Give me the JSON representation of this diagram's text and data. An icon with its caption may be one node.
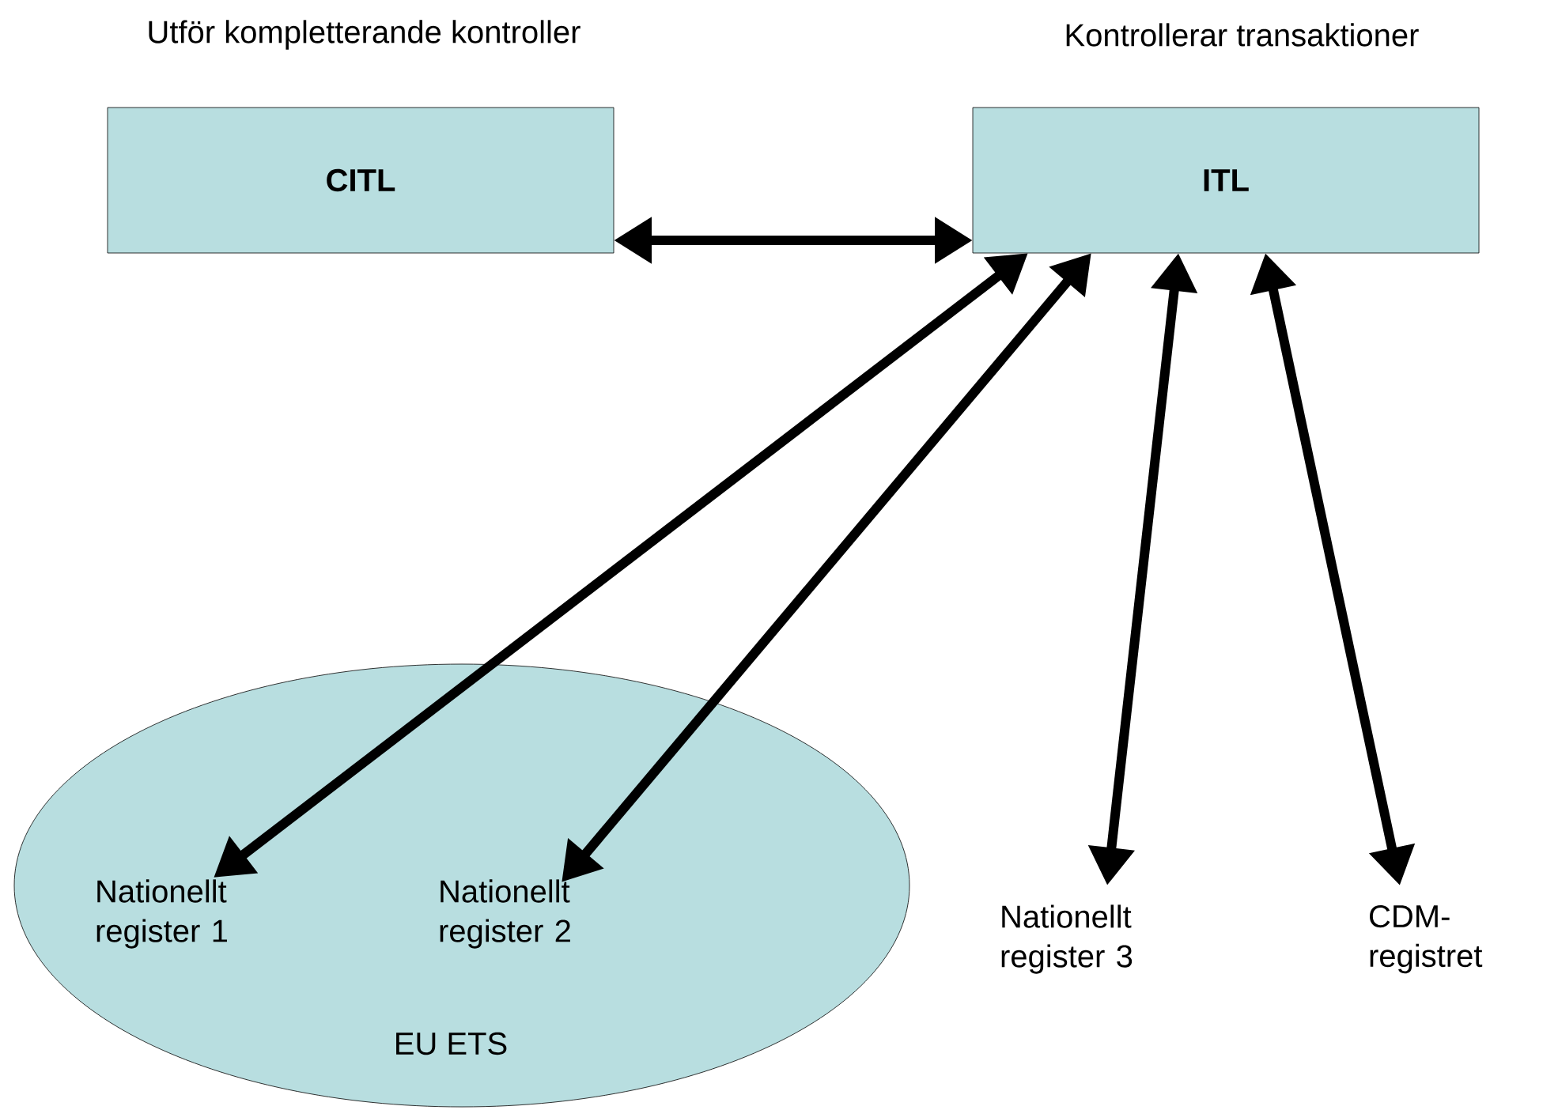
{
  "diagram": {
    "nodes": [
      {
        "text": [
          "Utför kompletterande kontroller",
          "CITL"
        ]
      },
      {
        "text": [
          "Kontrollerar transaktioner",
          "ITL"
        ]
      },
      {
        "text": [
          "EU ETS"
        ]
      },
      {
        "text": [
          "Nationellt register 1"
        ],
        "in": 2
      },
      {
        "text": [
          "Nationellt register 2"
        ],
        "in": 2
      },
      {
        "text": [
          "Nationellt register 3"
        ]
      },
      {
        "text": [
          "CDM-registret"
        ]
      }
    ],
    "edges": [
      {
        "from": 0,
        "to": 1,
        "arrow": "both"
      },
      {
        "from": 1,
        "to": 3,
        "arrow": "both"
      },
      {
        "from": 1,
        "to": 4,
        "arrow": "both"
      },
      {
        "from": 1,
        "to": 5,
        "arrow": "both"
      },
      {
        "from": 1,
        "to": 6,
        "arrow": "both"
      }
    ]
  }
}
